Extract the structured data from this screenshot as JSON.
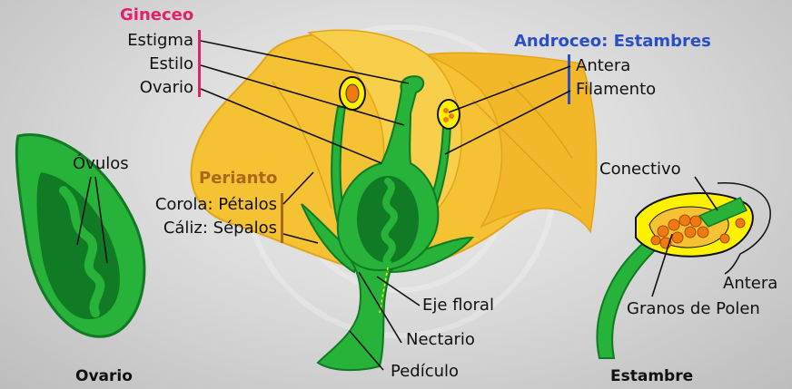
{
  "headers": {
    "gineceo": "Gineceo",
    "androceo": "Androceo: Estambres",
    "perianto": "Perianto"
  },
  "labels": {
    "estigma": "Estigma",
    "estilo": "Estilo",
    "ovario": "Ovario",
    "antera": "Antera",
    "filamento": "Filamento",
    "ovulos": "Óvulos",
    "corola": "Corola: Pétalos",
    "caliz": "Cáliz: Sépalos",
    "eje_floral": "Eje floral",
    "nectario": "Nectario",
    "pediculo": "Pedículo",
    "conectivo": "Conectivo",
    "antera_detalle": "Antera",
    "granos_polen": "Granos de Polen"
  },
  "captions": {
    "ovario": "Ovario",
    "estambre": "Estambre"
  },
  "colors": {
    "gineceo": "#e0226b",
    "androceo": "#2a4fc4",
    "perianto": "#a8681e",
    "petal": "#f5c233",
    "petal_dark": "#e9a81a",
    "green": "#27b23a",
    "green_dark": "#117a24",
    "pollen": "#f07a10",
    "anther_yellow": "#fff200"
  }
}
